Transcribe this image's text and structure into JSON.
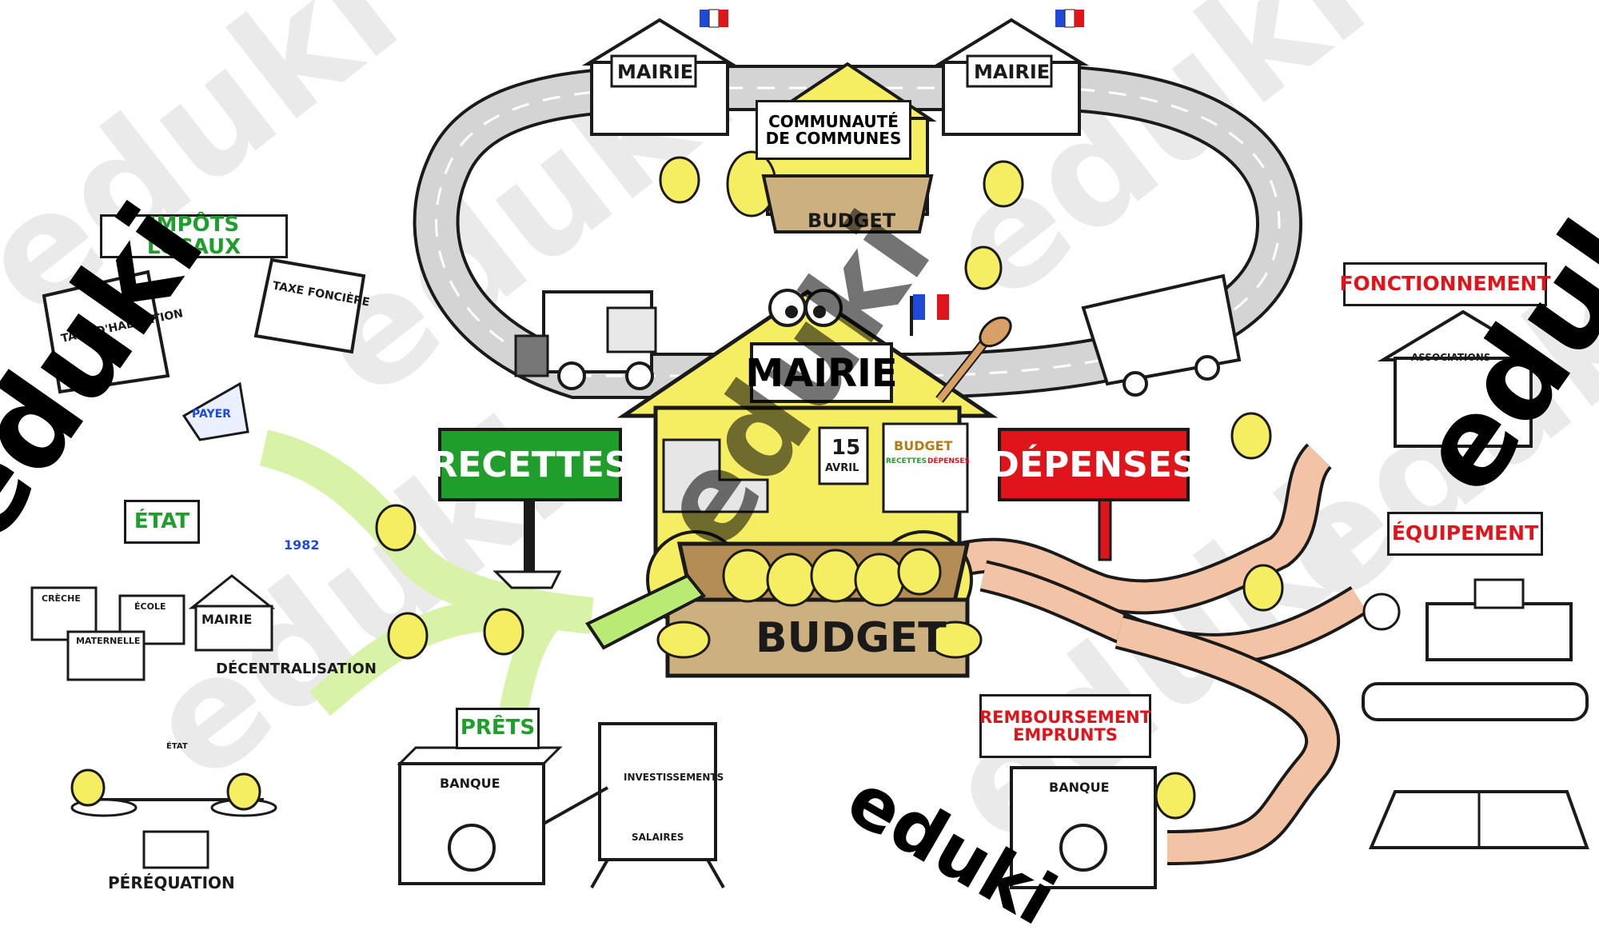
{
  "watermark": {
    "brand": "eduki"
  },
  "center": {
    "mairie": "MAIRIE",
    "budget": "BUDGET",
    "calendar_day": "15",
    "calendar_month": "AVRIL",
    "board_title": "BUDGET",
    "board_recettes": "RECETTES",
    "board_depenses": "DÉPENSES"
  },
  "signs": {
    "recettes": "RECETTES",
    "depenses": "DÉPENSES"
  },
  "top": {
    "mairie_left": "MAIRIE",
    "mairie_right": "MAIRIE",
    "communaute": "COMMUNAUTÉ DE COMMUNES",
    "budget": "BUDGET"
  },
  "left": {
    "impots_locaux": "IMPÔTS LOCAUX",
    "taxe_habitation": "TAXE D'HABITATION",
    "taxe_fonciere": "TAXE FONCIÈRE",
    "payer": "PAYER",
    "etat": "ÉTAT",
    "creche": "CRÈCHE",
    "ecole": "ÉCOLE",
    "maternelle": "MATERNELLE",
    "mairie_small": "MAIRIE",
    "year": "1982",
    "decentralisation": "DÉCENTRALISATION",
    "perequation": "PÉRÉQUATION",
    "etat_hat": "ÉTAT",
    "prets": "PRÊTS",
    "banque": "BANQUE",
    "investissements": "INVESTISSEMENTS",
    "salaires": "SALAIRES"
  },
  "right": {
    "fonctionnement": "FONCTIONNEMENT",
    "associations": "ASSOCIATIONS",
    "equipement": "ÉQUIPEMENT",
    "remboursement": "REMBOURSEMENT EMPRUNTS",
    "banque": "BANQUE"
  },
  "colors": {
    "green": "#1f9e2c",
    "red": "#e0141b",
    "yellow": "#f6ee62",
    "box": "#cdb080",
    "slide": "#f2c3a4",
    "road": "#d4d4d4",
    "river": "#d8f3a8"
  }
}
